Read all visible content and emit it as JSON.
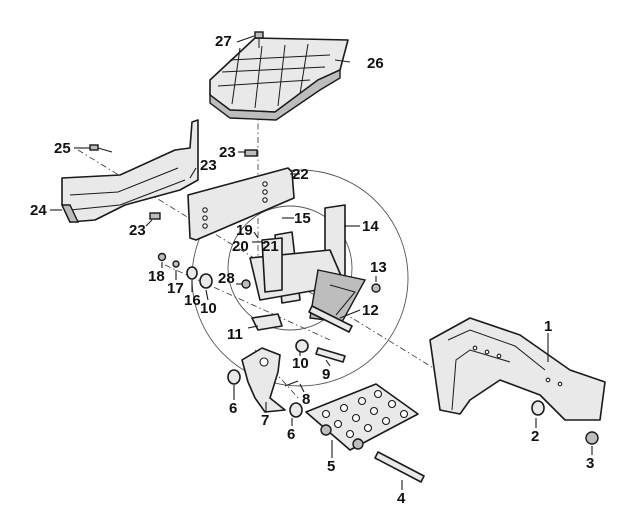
{
  "callouts": [
    "1",
    "2",
    "3",
    "4",
    "5",
    "6",
    "6",
    "7",
    "8",
    "9",
    "10",
    "10",
    "11",
    "12",
    "13",
    "14",
    "15",
    "16",
    "17",
    "18",
    "19",
    "20",
    "21",
    "22",
    "23",
    "23",
    "24",
    "25",
    "26",
    "27",
    "28"
  ]
}
